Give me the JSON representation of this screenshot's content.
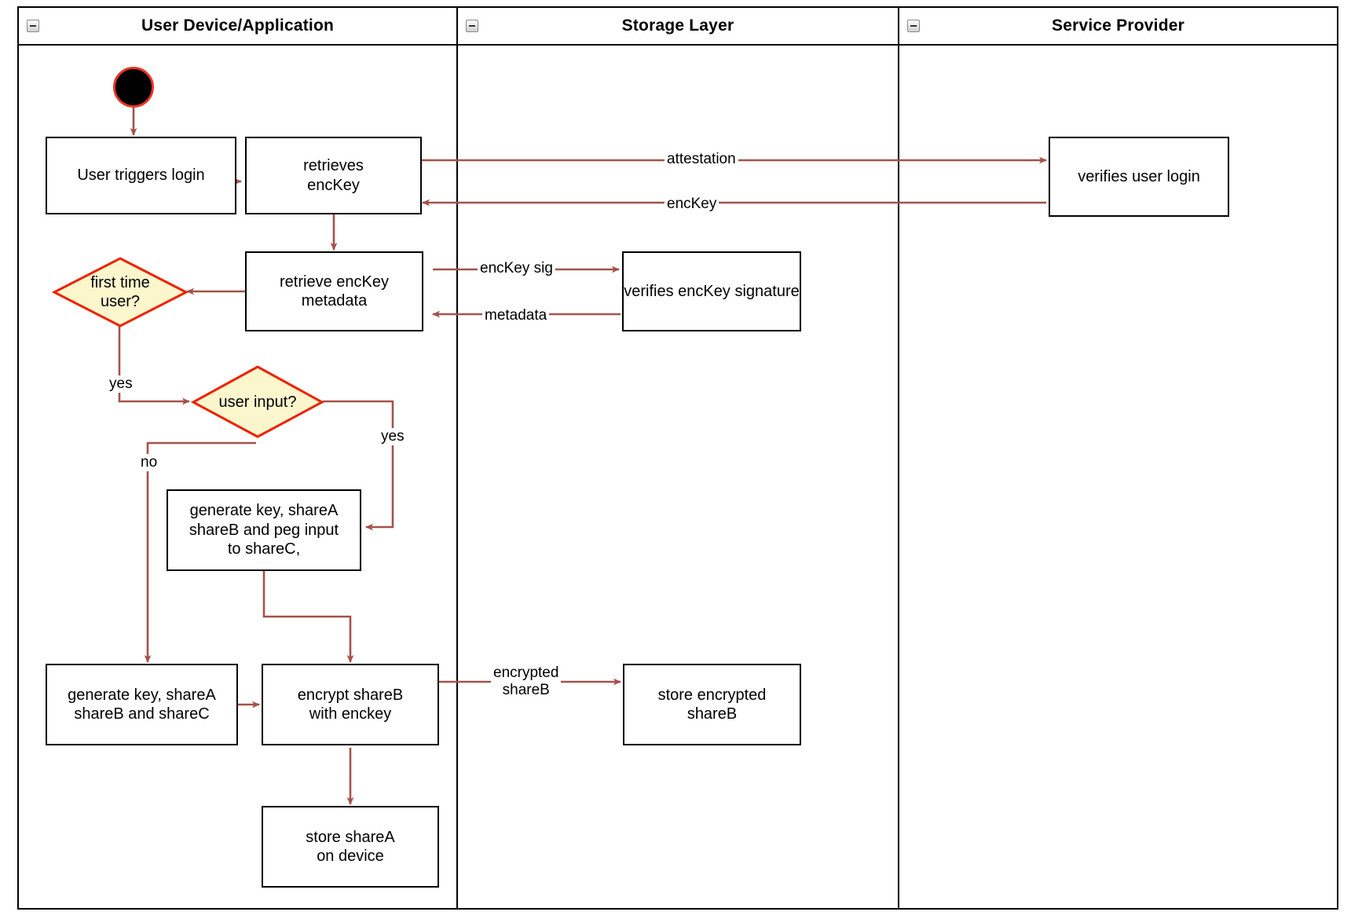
{
  "diagram": {
    "type": "uml-activity-swimlane",
    "accent_color": "#a4524a",
    "decision_fill": "#fcf6cd",
    "decision_stroke": "#ee2200",
    "start_fill": "#000000",
    "start_stroke": "#ee3322",
    "node_stroke": "#000000",
    "background": "#ffffff"
  },
  "lanes": [
    {
      "id": "lane-user-device",
      "title": "User Device/Application",
      "icon": "collapse-icon"
    },
    {
      "id": "lane-storage",
      "title": "Storage Layer",
      "icon": "collapse-icon"
    },
    {
      "id": "lane-service-provider",
      "title": "Service Provider",
      "icon": "collapse-icon"
    }
  ],
  "nodes": [
    {
      "id": "start",
      "kind": "initial-node",
      "label": "",
      "lane": "lane-user-device"
    },
    {
      "id": "user-triggers-login",
      "kind": "action",
      "label": "User triggers login",
      "lines": [
        "User triggers login"
      ],
      "lane": "lane-user-device"
    },
    {
      "id": "retrieves-enckey",
      "kind": "action",
      "label": "retrieves encKey",
      "lines": [
        "retrieves",
        "encKey"
      ],
      "lane": "lane-user-device"
    },
    {
      "id": "retrieve-enckey-metadata",
      "kind": "action",
      "label": "retrieve encKey metadata",
      "lines": [
        "retrieve encKey",
        "metadata"
      ],
      "lane": "lane-user-device"
    },
    {
      "id": "first-time-user",
      "kind": "decision",
      "label": "first time user?",
      "lines": [
        "first time",
        "user?"
      ],
      "lane": "lane-user-device"
    },
    {
      "id": "user-input",
      "kind": "decision",
      "label": "user input?",
      "lines": [
        "user input?"
      ],
      "lane": "lane-user-device"
    },
    {
      "id": "generate-key-peg",
      "kind": "action",
      "label": "generate key, shareA shareB and peg input to shareC,",
      "lines": [
        "generate key, shareA",
        "shareB and peg input",
        "to shareC,"
      ],
      "lane": "lane-user-device"
    },
    {
      "id": "generate-key-sharec",
      "kind": "action",
      "label": "generate key, shareA shareB and shareC",
      "lines": [
        "generate key, shareA",
        "shareB and shareC"
      ],
      "lane": "lane-user-device"
    },
    {
      "id": "encrypt-shareb",
      "kind": "action",
      "label": "encrypt shareB with enckey",
      "lines": [
        "encrypt shareB",
        "with enckey"
      ],
      "lane": "lane-user-device"
    },
    {
      "id": "store-sharea",
      "kind": "action",
      "label": "store shareA on device",
      "lines": [
        "store shareA",
        "on device"
      ],
      "lane": "lane-user-device"
    },
    {
      "id": "verifies-enckey-signature",
      "kind": "action",
      "label": "verifies encKey signature",
      "lines": [
        "verifies encKey signature"
      ],
      "lane": "lane-storage"
    },
    {
      "id": "store-encrypted-shareb",
      "kind": "action",
      "label": "store encrypted shareB",
      "lines": [
        "store encrypted",
        "shareB"
      ],
      "lane": "lane-storage"
    },
    {
      "id": "verifies-user-login",
      "kind": "action",
      "label": "verifies user login",
      "lines": [
        "verifies user login"
      ],
      "lane": "lane-service-provider"
    }
  ],
  "edges": [
    {
      "id": "e-start-login",
      "from": "start",
      "to": "user-triggers-login",
      "label": ""
    },
    {
      "id": "e-login-retrieves",
      "from": "user-triggers-login",
      "to": "retrieves-enckey",
      "label": ""
    },
    {
      "id": "e-retrieves-attestation",
      "from": "retrieves-enckey",
      "to": "verifies-user-login",
      "label": "attestation"
    },
    {
      "id": "e-verifies-enckey-back",
      "from": "verifies-user-login",
      "to": "retrieves-enckey",
      "label": "encKey"
    },
    {
      "id": "e-retrieves-metadata",
      "from": "retrieves-enckey",
      "to": "retrieve-enckey-metadata",
      "label": ""
    },
    {
      "id": "e-metadata-sig",
      "from": "retrieve-enckey-metadata",
      "to": "verifies-enckey-signature",
      "label": "encKey sig"
    },
    {
      "id": "e-sig-metadata-back",
      "from": "verifies-enckey-signature",
      "to": "retrieve-enckey-metadata",
      "label": "metadata"
    },
    {
      "id": "e-metadata-firsttime",
      "from": "retrieve-enckey-metadata",
      "to": "first-time-user",
      "label": ""
    },
    {
      "id": "e-firsttime-yes",
      "from": "first-time-user",
      "to": "user-input",
      "label": "yes"
    },
    {
      "id": "e-userinput-yes",
      "from": "user-input",
      "to": "generate-key-peg",
      "label": "yes"
    },
    {
      "id": "e-userinput-no",
      "from": "user-input",
      "to": "generate-key-sharec",
      "label": "no"
    },
    {
      "id": "e-peg-encrypt",
      "from": "generate-key-peg",
      "to": "encrypt-shareb",
      "label": ""
    },
    {
      "id": "e-sharec-encrypt",
      "from": "generate-key-sharec",
      "to": "encrypt-shareb",
      "label": ""
    },
    {
      "id": "e-encrypt-store",
      "from": "encrypt-shareb",
      "to": "store-encrypted-shareb",
      "label": "encrypted shareB",
      "label_lines": [
        "encrypted",
        "shareB"
      ]
    },
    {
      "id": "e-encrypt-sharea",
      "from": "encrypt-shareb",
      "to": "store-sharea",
      "label": ""
    }
  ],
  "edge_labels": {
    "attestation": "attestation",
    "enckey": "encKey",
    "enckey_sig": "encKey sig",
    "metadata": "metadata",
    "yes_first": "yes",
    "yes_input": "yes",
    "no_input": "no",
    "encrypted_line1": "encrypted",
    "encrypted_line2": "shareB"
  }
}
